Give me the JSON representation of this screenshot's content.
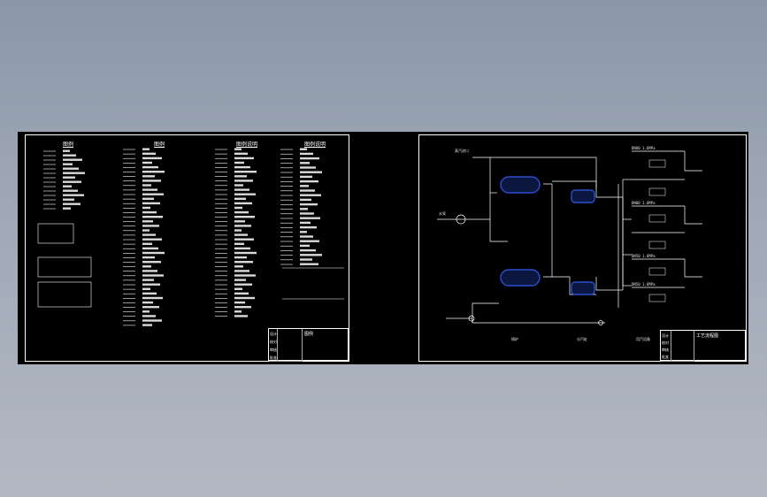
{
  "left_sheet": {
    "column_headers": [
      "图例",
      "图例",
      "图例说明",
      "图例说明"
    ],
    "title_block": {
      "drawing_title": "图例",
      "rows": [
        "设计",
        "校对",
        "审核",
        "批准"
      ]
    }
  },
  "right_sheet": {
    "title_block": {
      "drawing_title": "工艺流程图",
      "rows": [
        "设计",
        "校对",
        "审核",
        "批准"
      ]
    },
    "equipment_tags": [
      "DN80 1.6MPa",
      "DN80 1.6MPa",
      "DN50 1.6MPa",
      "DN50 1.6MPa"
    ],
    "bottom_labels": [
      "锅炉",
      "分汽缸",
      "用汽设备"
    ],
    "inlet_label": "蒸汽进口",
    "pump_label": "水泵"
  },
  "colors": {
    "canvas": "#000000",
    "line": "#ffffff",
    "vessel": "#2a4fd0",
    "background_top": "#8b97a8",
    "background_bottom": "#b3b9c3"
  }
}
